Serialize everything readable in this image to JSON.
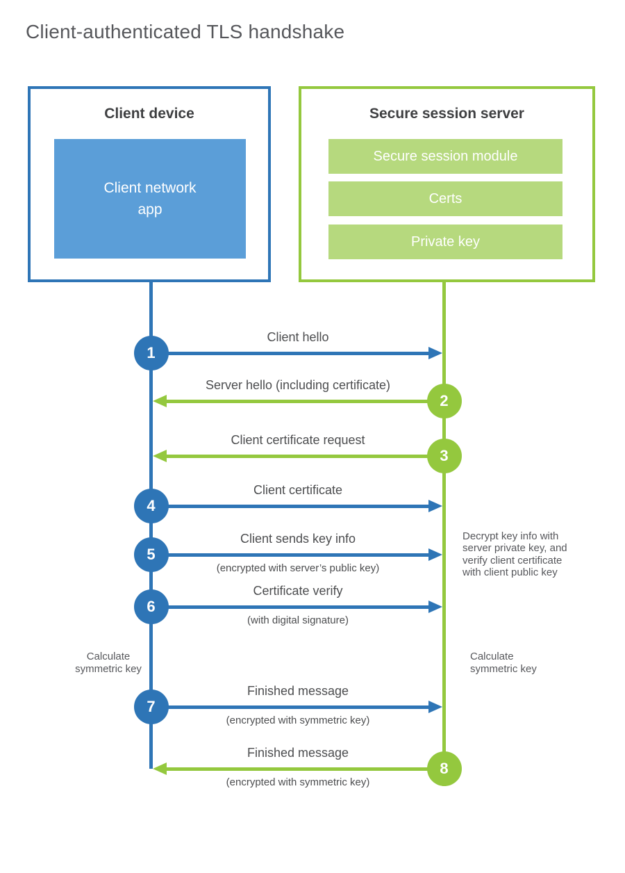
{
  "title": "Client-authenticated TLS handshake",
  "colors": {
    "blue": "#2e75b6",
    "light_blue": "#5b9ed8",
    "green": "#94c83e",
    "light_green": "#b6d97e"
  },
  "client": {
    "title": "Client device",
    "app_label": "Client network\napp"
  },
  "server": {
    "title": "Secure session server",
    "modules": [
      "Secure session module",
      "Certs",
      "Private key"
    ]
  },
  "steps": [
    {
      "num": "1",
      "actor": "client",
      "direction": "right",
      "label": "Client hello",
      "sublabel": ""
    },
    {
      "num": "2",
      "actor": "server",
      "direction": "left",
      "label": "Server hello (including certificate)",
      "sublabel": ""
    },
    {
      "num": "3",
      "actor": "server",
      "direction": "left",
      "label": "Client certificate request",
      "sublabel": ""
    },
    {
      "num": "4",
      "actor": "client",
      "direction": "right",
      "label": "Client certificate",
      "sublabel": ""
    },
    {
      "num": "5",
      "actor": "client",
      "direction": "right",
      "label": "Client sends key info",
      "sublabel": "(encrypted with server’s public key)"
    },
    {
      "num": "6",
      "actor": "client",
      "direction": "right",
      "label": "Certificate verify",
      "sublabel": "(with digital signature)"
    },
    {
      "num": "7",
      "actor": "client",
      "direction": "right",
      "label": "Finished message",
      "sublabel": "(encrypted with symmetric key)"
    },
    {
      "num": "8",
      "actor": "server",
      "direction": "left",
      "label": "Finished message",
      "sublabel": "(encrypted with symmetric key)"
    }
  ],
  "notes": {
    "server_side_note": "Decrypt key info with server private key, and verify client certificate with client public key",
    "calc_left": "Calculate\nsymmetric key",
    "calc_right": "Calculate\nsymmetric key"
  }
}
